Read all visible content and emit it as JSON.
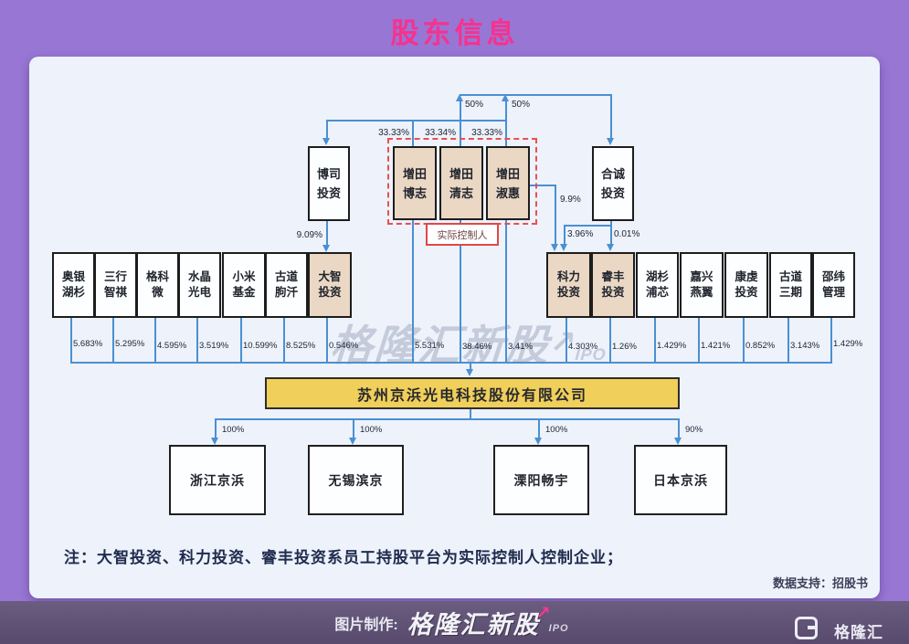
{
  "title": "股东信息",
  "top": {
    "boshi": {
      "l1": "博司",
      "l2": "投资"
    },
    "masuda": [
      {
        "l1": "增田",
        "l2": "博志"
      },
      {
        "l1": "增田",
        "l2": "清志"
      },
      {
        "l1": "增田",
        "l2": "淑惠"
      }
    ],
    "hecheng": {
      "l1": "合诚",
      "l2": "投资"
    },
    "controller_label": "实际控制人",
    "labels": {
      "pct50_left": "50%",
      "pct50_right": "50%",
      "pct3333_left": "33.33%",
      "pct3334": "33.34%",
      "pct3333_right": "33.33%",
      "pct909": "9.09%",
      "pct99": "9.9%",
      "pct396": "3.96%",
      "pct001": "0.01%"
    }
  },
  "mid": {
    "shareholders": [
      {
        "l1": "奥银",
        "l2": "湖杉",
        "pct": "5.683%"
      },
      {
        "l1": "三行",
        "l2": "智祺",
        "pct": "5.295%"
      },
      {
        "l1": "格科",
        "l2": "微",
        "pct": "4.595%"
      },
      {
        "l1": "水晶",
        "l2": "光电",
        "pct": "3.519%"
      },
      {
        "l1": "小米",
        "l2": "基金",
        "pct": "10.599%"
      },
      {
        "l1": "古道",
        "l2": "朐汘",
        "pct": "8.525%"
      },
      {
        "l1": "大智",
        "l2": "投资",
        "pct": "0.546%"
      },
      {
        "l1": "科力",
        "l2": "投资",
        "pct": "4.303%"
      },
      {
        "l1": "睿丰",
        "l2": "投资",
        "pct": "1.26%"
      },
      {
        "l1": "湖杉",
        "l2": "浦芯",
        "pct": "1.429%"
      },
      {
        "l1": "嘉兴",
        "l2": "燕翼",
        "pct": "1.421%"
      },
      {
        "l1": "康虔",
        "l2": "投资",
        "pct": "0.852%"
      },
      {
        "l1": "古道",
        "l2": "三期",
        "pct": "3.143%"
      },
      {
        "l1": "邵纬",
        "l2": "管理",
        "pct": "1.429%"
      }
    ],
    "masuda_pcts": [
      "5.531%",
      "38.46%",
      "3.41%"
    ]
  },
  "company": "苏州京浜光电科技股份有限公司",
  "subs": [
    {
      "name": "浙江京浜",
      "pct": "100%"
    },
    {
      "name": "无锡滨京",
      "pct": "100%"
    },
    {
      "name": "溧阳畅宇",
      "pct": "100%"
    },
    {
      "name": "日本京浜",
      "pct": "90%"
    }
  ],
  "note": "注：大智投资、科力投资、睿丰投资系员工持股平台为实际控制人控制企业；",
  "data_support": "数据支持：招股书",
  "watermark": {
    "text": "格隆汇新股",
    "arrow": "↗",
    "sub": "IPO"
  },
  "footer": {
    "made_by": "图片制作:",
    "brand": "格隆汇新股",
    "arrow": "↗",
    "sub": "IPO",
    "logo": "格隆汇"
  },
  "colors": {
    "accent_pink": "#f5338f",
    "line_blue": "#4a90d2",
    "box_tan": "#ead8c5",
    "company_yellow": "#f0cf5a",
    "dashed_red": "#e85050"
  }
}
